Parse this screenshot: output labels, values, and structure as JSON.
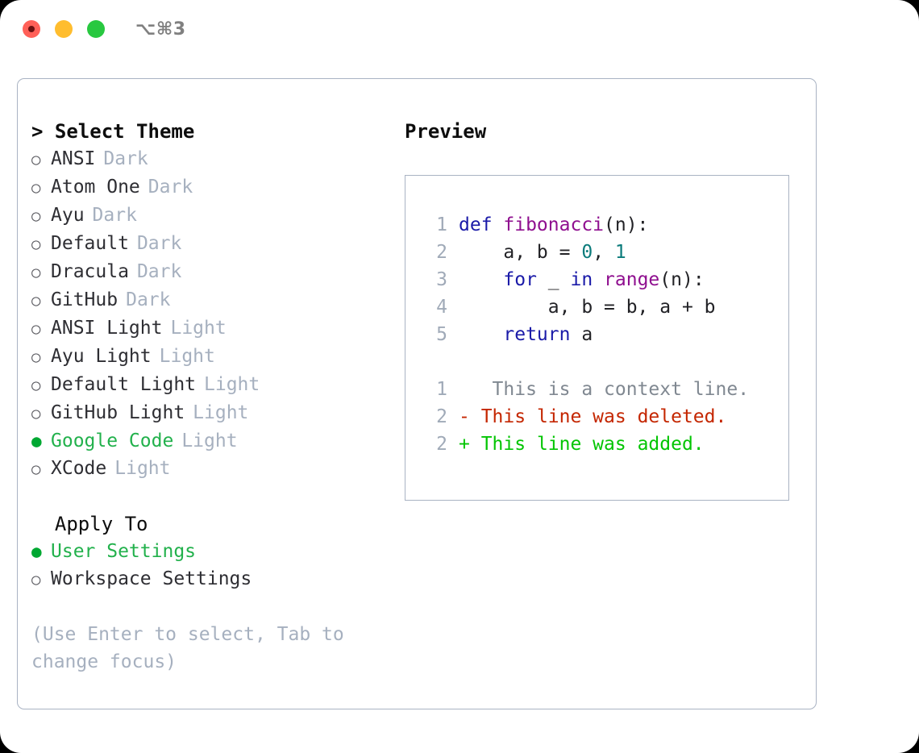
{
  "window": {
    "shortcut": "⌥⌘3",
    "traffic_lights": [
      {
        "name": "close",
        "color": "#ff6058"
      },
      {
        "name": "minimize",
        "color": "#ffbd2e"
      },
      {
        "name": "maximize",
        "color": "#28c840"
      }
    ]
  },
  "theme_picker": {
    "heading": "> Select Theme",
    "bullet_off": "○",
    "bullet_on": "●",
    "options": [
      {
        "name": "ANSI",
        "tag": "Dark",
        "selected": false
      },
      {
        "name": "Atom One",
        "tag": "Dark",
        "selected": false
      },
      {
        "name": "Ayu",
        "tag": "Dark",
        "selected": false
      },
      {
        "name": "Default",
        "tag": "Dark",
        "selected": false
      },
      {
        "name": "Dracula",
        "tag": "Dark",
        "selected": false
      },
      {
        "name": "GitHub",
        "tag": "Dark",
        "selected": false
      },
      {
        "name": "ANSI Light",
        "tag": "Light",
        "selected": false
      },
      {
        "name": "Ayu Light",
        "tag": "Light",
        "selected": false
      },
      {
        "name": "Default Light",
        "tag": "Light",
        "selected": false
      },
      {
        "name": "GitHub Light",
        "tag": "Light",
        "selected": false
      },
      {
        "name": "Google Code",
        "tag": "Light",
        "selected": true
      },
      {
        "name": "XCode",
        "tag": "Light",
        "selected": false
      }
    ]
  },
  "apply_to": {
    "heading": "  Apply To",
    "options": [
      {
        "name": "User Settings",
        "selected": true
      },
      {
        "name": "Workspace Settings",
        "selected": false
      }
    ]
  },
  "hint": "(Use Enter to select, Tab to change focus)",
  "preview": {
    "title": "Preview",
    "code_lines": [
      {
        "no": "1",
        "tokens": [
          {
            "t": "def ",
            "k": "kw"
          },
          {
            "t": "fibonacci",
            "k": "fn"
          },
          {
            "t": "(n):",
            "k": "plain"
          }
        ]
      },
      {
        "no": "2",
        "tokens": [
          {
            "t": "    a, b = ",
            "k": "plain"
          },
          {
            "t": "0",
            "k": "num"
          },
          {
            "t": ", ",
            "k": "plain"
          },
          {
            "t": "1",
            "k": "num"
          }
        ]
      },
      {
        "no": "3",
        "tokens": [
          {
            "t": "    ",
            "k": "plain"
          },
          {
            "t": "for",
            "k": "kw"
          },
          {
            "t": " _ ",
            "k": "plain"
          },
          {
            "t": "in",
            "k": "kw"
          },
          {
            "t": " ",
            "k": "plain"
          },
          {
            "t": "range",
            "k": "fn"
          },
          {
            "t": "(n):",
            "k": "plain"
          }
        ]
      },
      {
        "no": "4",
        "tokens": [
          {
            "t": "        a, b = b, a + b",
            "k": "plain"
          }
        ]
      },
      {
        "no": "5",
        "tokens": [
          {
            "t": "    ",
            "k": "plain"
          },
          {
            "t": "return",
            "k": "kw"
          },
          {
            "t": " a",
            "k": "plain"
          }
        ]
      }
    ],
    "diff_lines": [
      {
        "no": "1",
        "marker": " ",
        "text": "  This is a context line.",
        "kind": "context"
      },
      {
        "no": "2",
        "marker": "-",
        "text": " This line was deleted.",
        "kind": "deleted"
      },
      {
        "no": "2",
        "marker": "+",
        "text": " This line was added.",
        "kind": "added"
      }
    ]
  },
  "colors": {
    "accent_green": "#22b14c",
    "muted": "#a6b0bf",
    "keyword": "#1a1aa8",
    "function": "#8f0f8f",
    "number": "#0b7b7b",
    "diff_deleted": "#c42600",
    "diff_added": "#03c503",
    "border": "#a9b3c3"
  }
}
